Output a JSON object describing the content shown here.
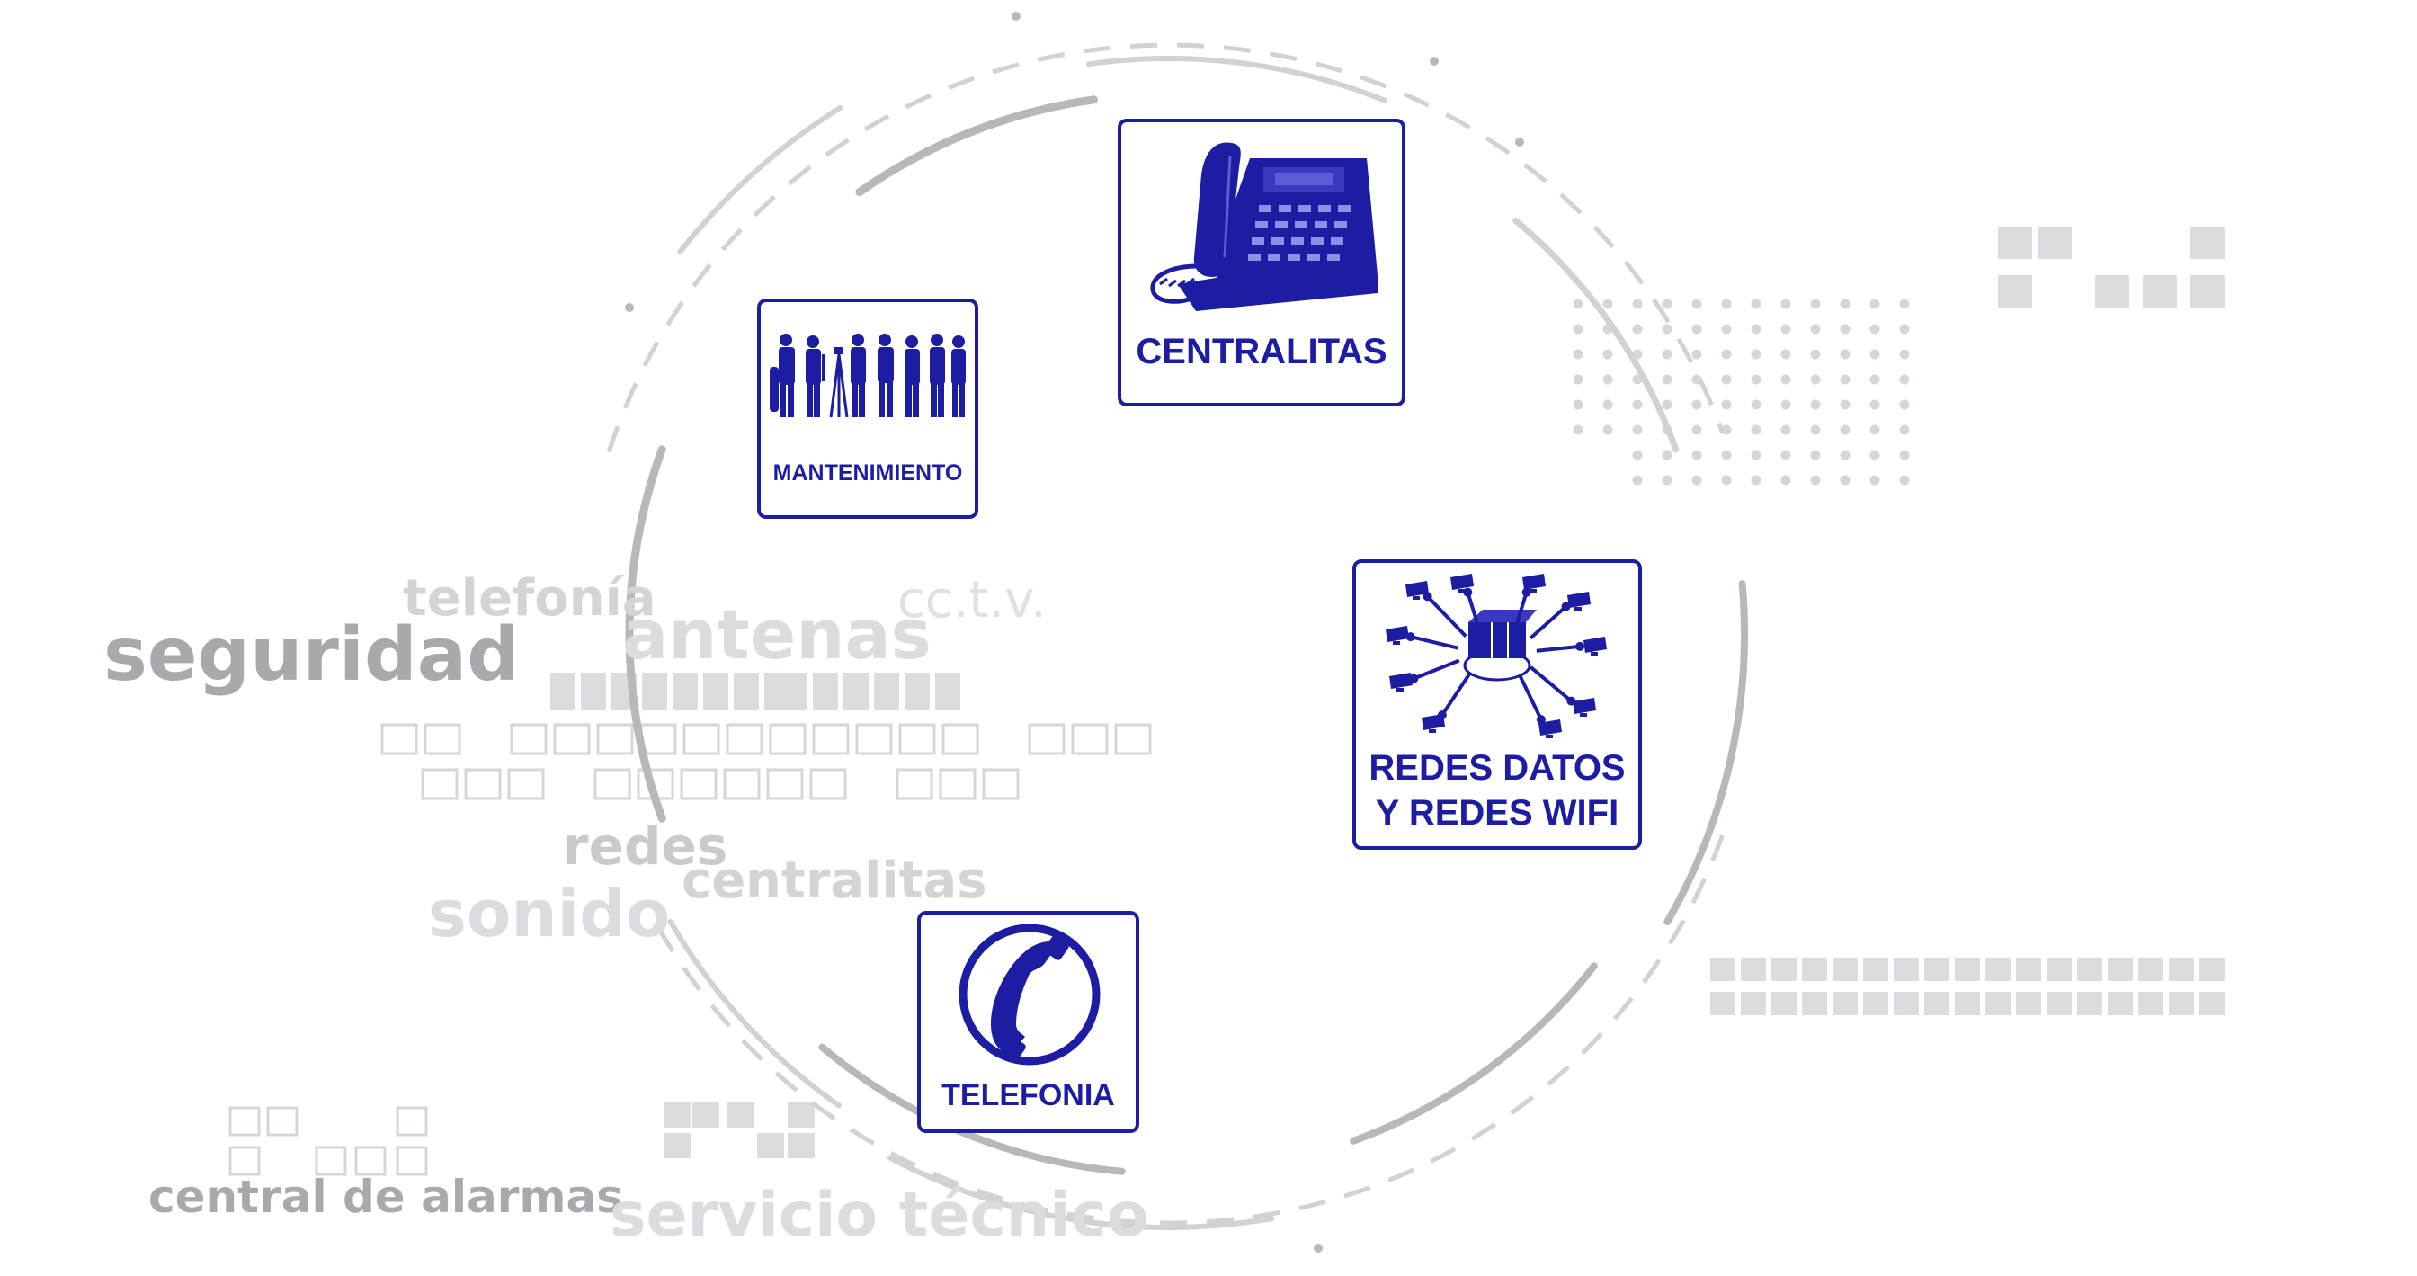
{
  "colors": {
    "brand_blue": "#1d1da3",
    "ring_gray": "#b8b8bc",
    "ring_light": "#d2d2d6",
    "word_dark": "#a9a9ad",
    "word_light": "#d4d4d8",
    "pixel_block": "#dcdce0",
    "dot_grid": "#d6d6da"
  },
  "background_words": {
    "seguridad": "seguridad",
    "telefonia": "telefonía",
    "antenas": "antenas",
    "cctv": "cc.t.v.",
    "redes": "redes",
    "centralitas": "centralitas",
    "sonido": "sonido",
    "central_alarmas": "central de alarmas",
    "servicio_tecnico": "servicio técnico"
  },
  "tiles": {
    "centralitas": {
      "label": "CENTRALITAS",
      "icon": "desk-phone-icon"
    },
    "mantenimiento": {
      "label": "MANTENIMIENTO",
      "icon": "workers-silhouette-icon"
    },
    "redes": {
      "label_line1": "REDES DATOS",
      "label_line2": "Y REDES WIFI",
      "icon": "network-hub-icon"
    },
    "telefonia": {
      "label": "TELEFONIA",
      "icon": "phone-handset-icon"
    }
  }
}
